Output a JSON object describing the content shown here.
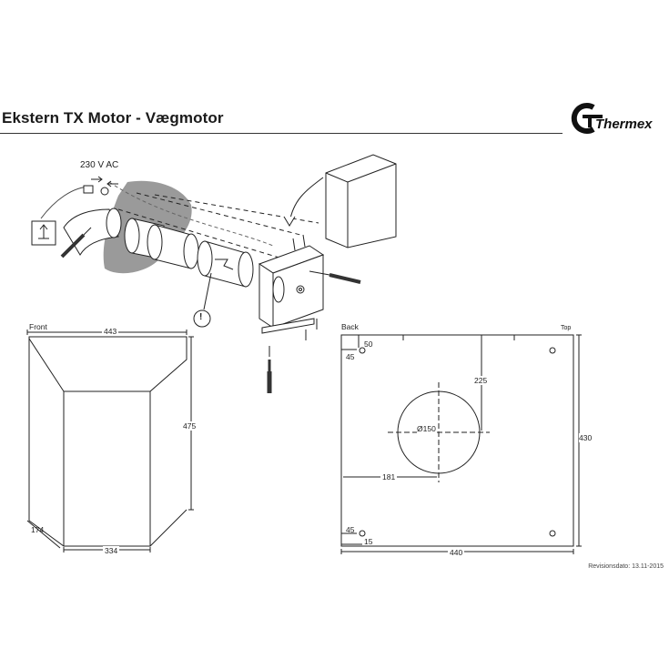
{
  "header": {
    "title": "Ekstern TX Motor - Vægmotor",
    "brand": "Thermex"
  },
  "assembly": {
    "voltage_label": "230 V AC",
    "warning_symbol": "!"
  },
  "front_view": {
    "label": "Front",
    "width": "443",
    "height": "475",
    "depth": "174",
    "bottom_width": "334"
  },
  "back_view": {
    "label": "Back",
    "top_label": "Top",
    "offset_x": "50",
    "offset_y_top": "45",
    "offset_y_bottom": "45",
    "hole_offset": "15",
    "distance_to_center_v": "225",
    "diameter": "Ø150",
    "distance_to_center_h": "181",
    "height": "430",
    "width": "440"
  },
  "footer": {
    "revision": "Revisionsdato: 13.11-2015"
  }
}
